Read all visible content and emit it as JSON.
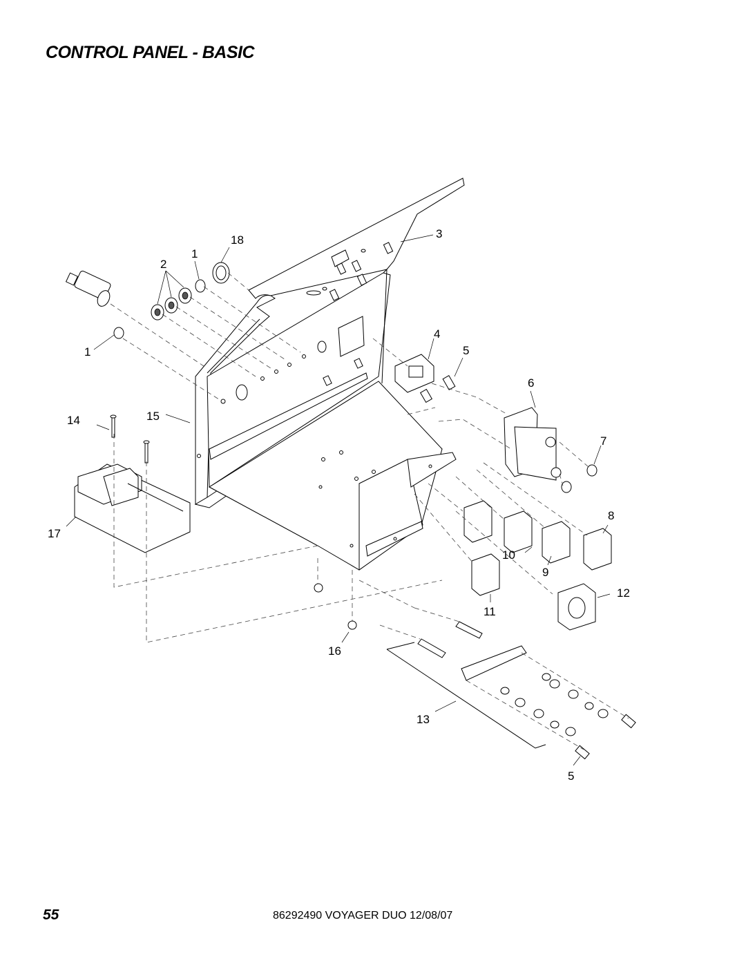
{
  "header": {
    "title": "CONTROL PANEL - BASIC"
  },
  "callouts": {
    "c18": "18",
    "c3": "3",
    "c2": "2",
    "c1_top": "1",
    "c1_left": "1",
    "c4": "4",
    "c5_upper": "5",
    "c6": "6",
    "c14": "14",
    "c15": "15",
    "c7": "7",
    "c8": "8",
    "c17": "17",
    "c10": "10",
    "c9": "9",
    "c12": "12",
    "c11": "11",
    "c16": "16",
    "c13": "13",
    "c5_lower": "5"
  },
  "footer": {
    "page_number": "55",
    "document": "86292490 VOYAGER DUO 12/08/07"
  }
}
